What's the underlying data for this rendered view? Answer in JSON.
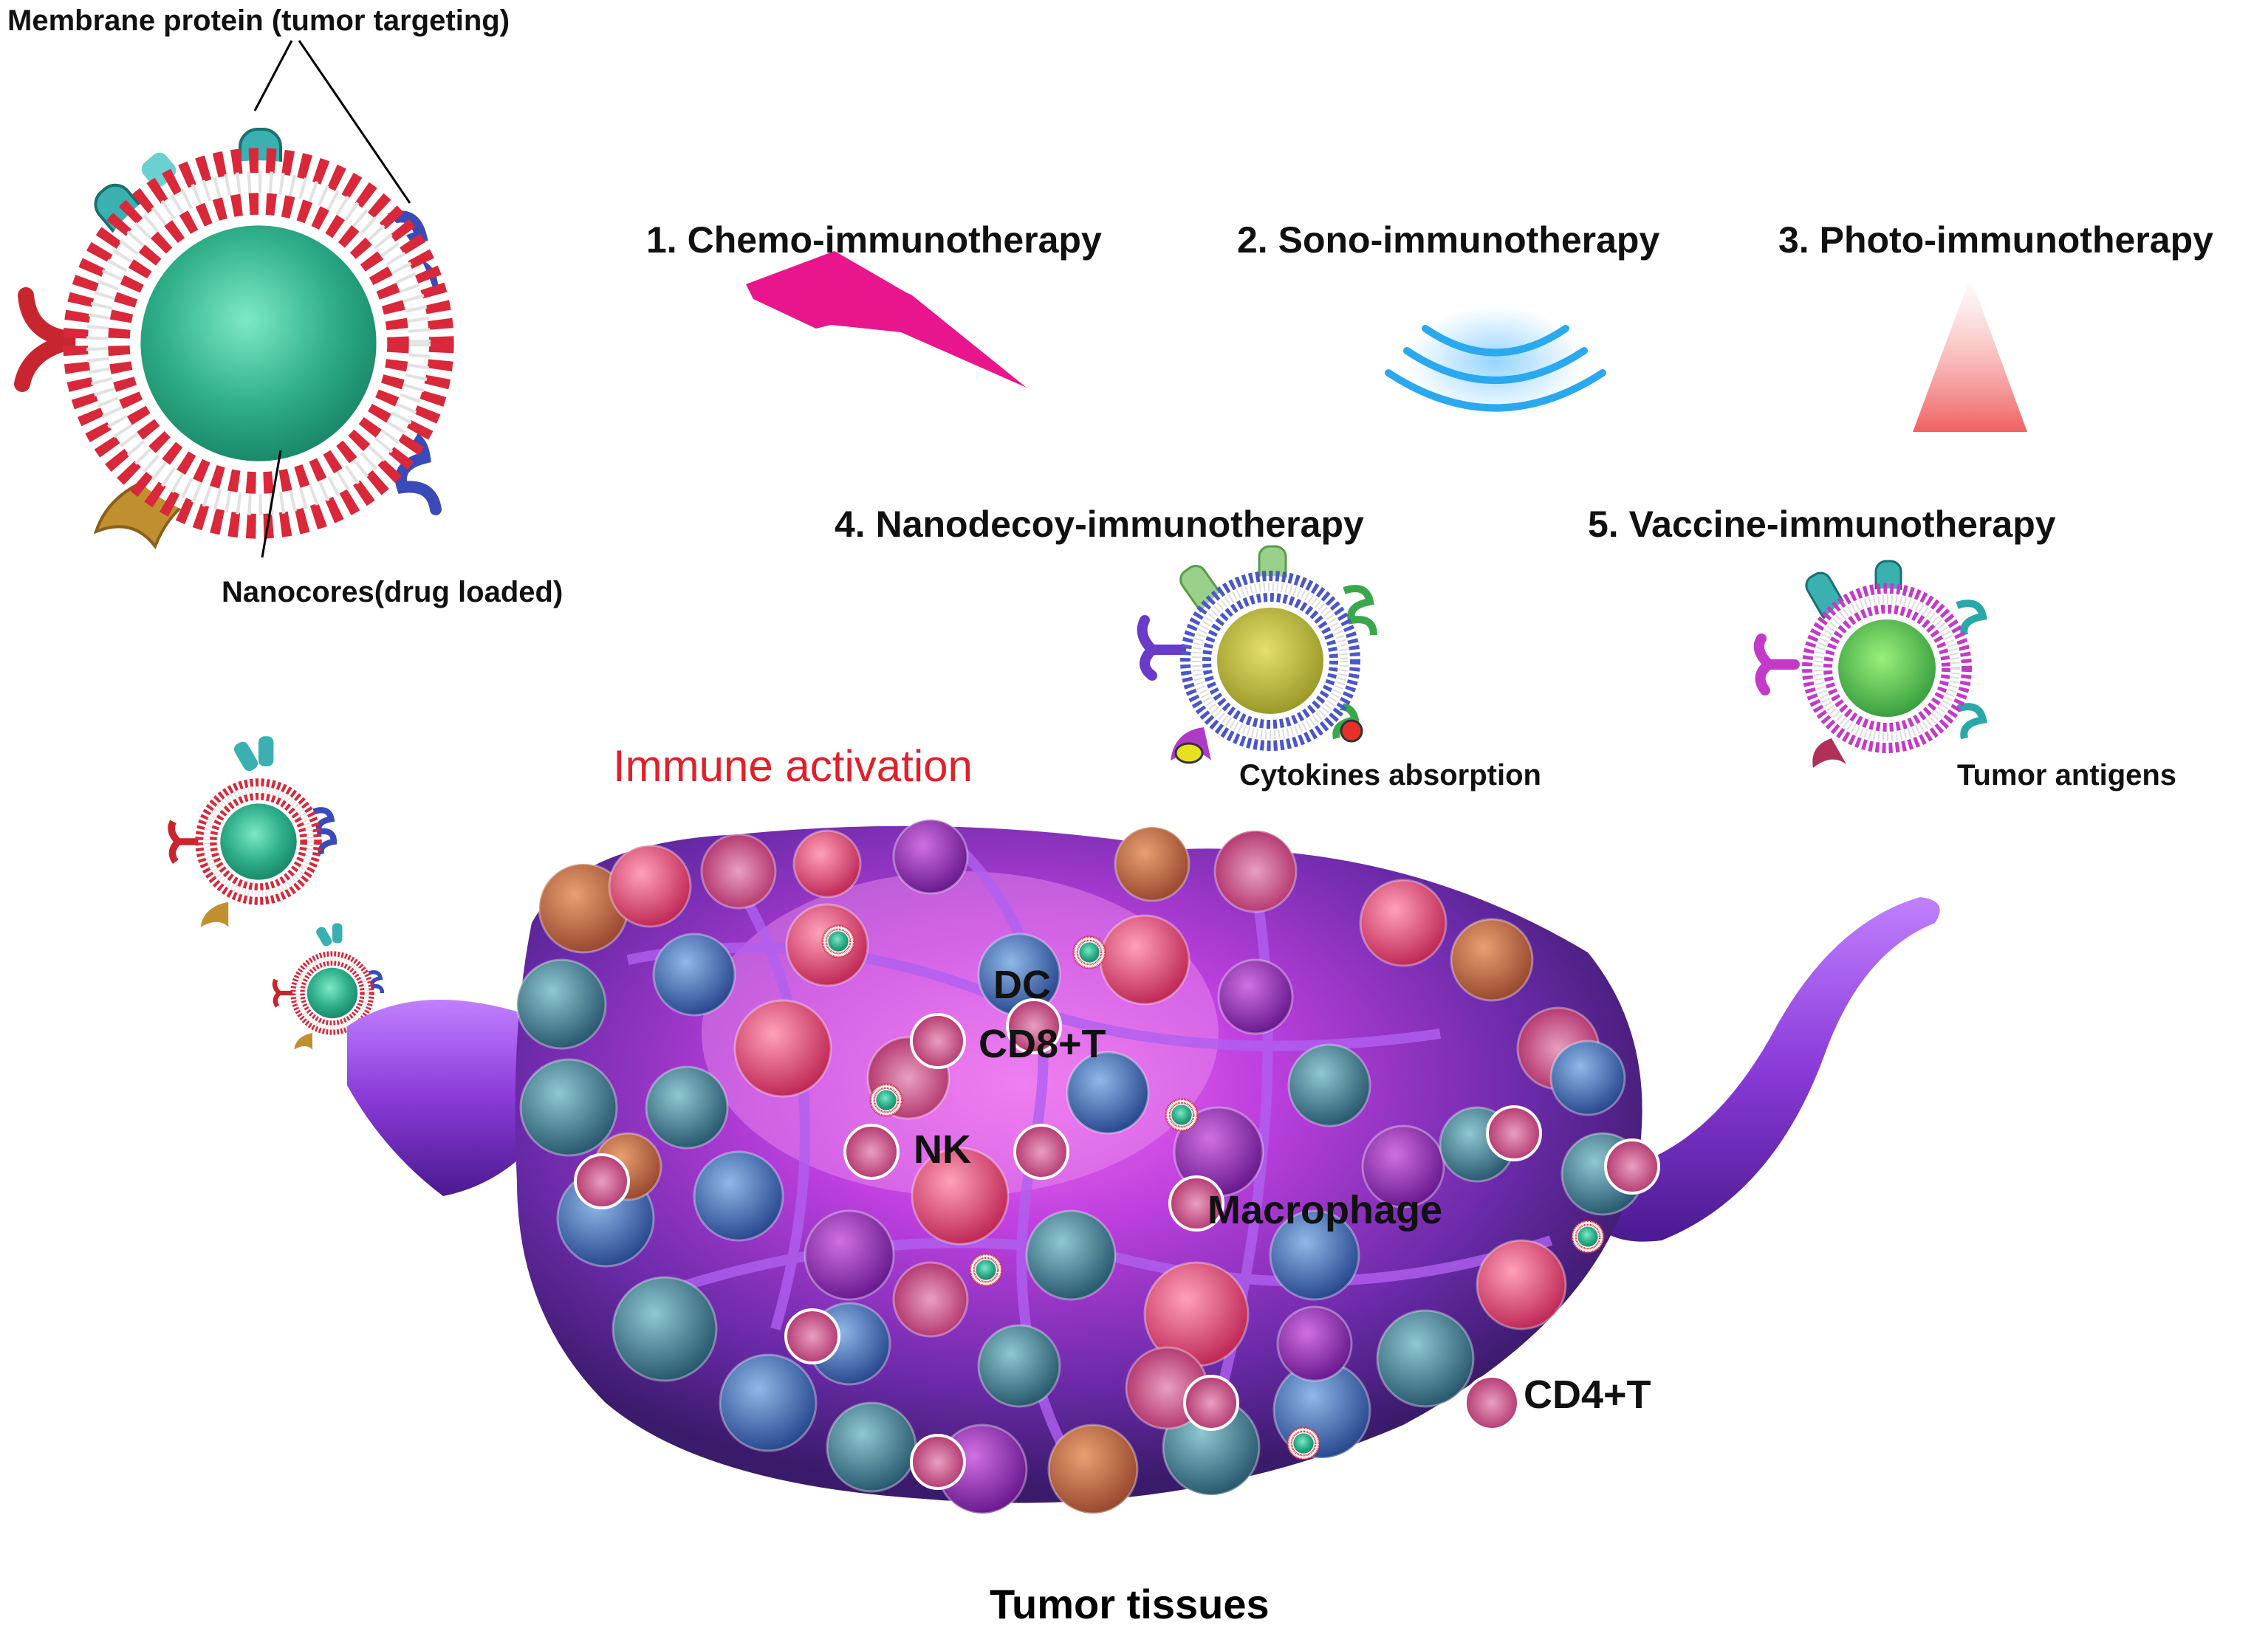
{
  "labels": {
    "membrane_protein": "Membrane protein (tumor targeting)",
    "nanocores": "Nanocores(drug loaded)",
    "therapy1": "1. Chemo-immunotherapy",
    "therapy2": "2. Sono-immunotherapy",
    "therapy3": "3. Photo-immunotherapy",
    "therapy4": "4. Nanodecoy-immunotherapy",
    "therapy5": "5. Vaccine-immunotherapy",
    "cytokines": "Cytokines absorption",
    "tumor_antigens": "Tumor antigens",
    "immune_activation": "Immune activation",
    "dc": "DC",
    "cd8": "CD8+T",
    "nk": "NK",
    "macrophage": "Macrophage",
    "cd4": "CD4+T",
    "tumor_tissues": "Tumor tissues"
  },
  "colors": {
    "immune_activation": "#e0202a",
    "lightning": "#e8158c",
    "sono_waves": "#2aa8f0",
    "photo_triangle": "#f06a6a",
    "membrane_red": "#d8283a",
    "membrane_blue": "#4b56c8",
    "membrane_magenta": "#c43ac8",
    "core_green": "#2fb08a",
    "core_olive": "#a6a83a",
    "tumor_purple": "#9a3ad8"
  },
  "icons": [
    "nanoparticle-icon",
    "lightning-bolt-icon",
    "ultrasound-waves-icon",
    "light-beam-icon",
    "tumor-mass-illustration"
  ]
}
